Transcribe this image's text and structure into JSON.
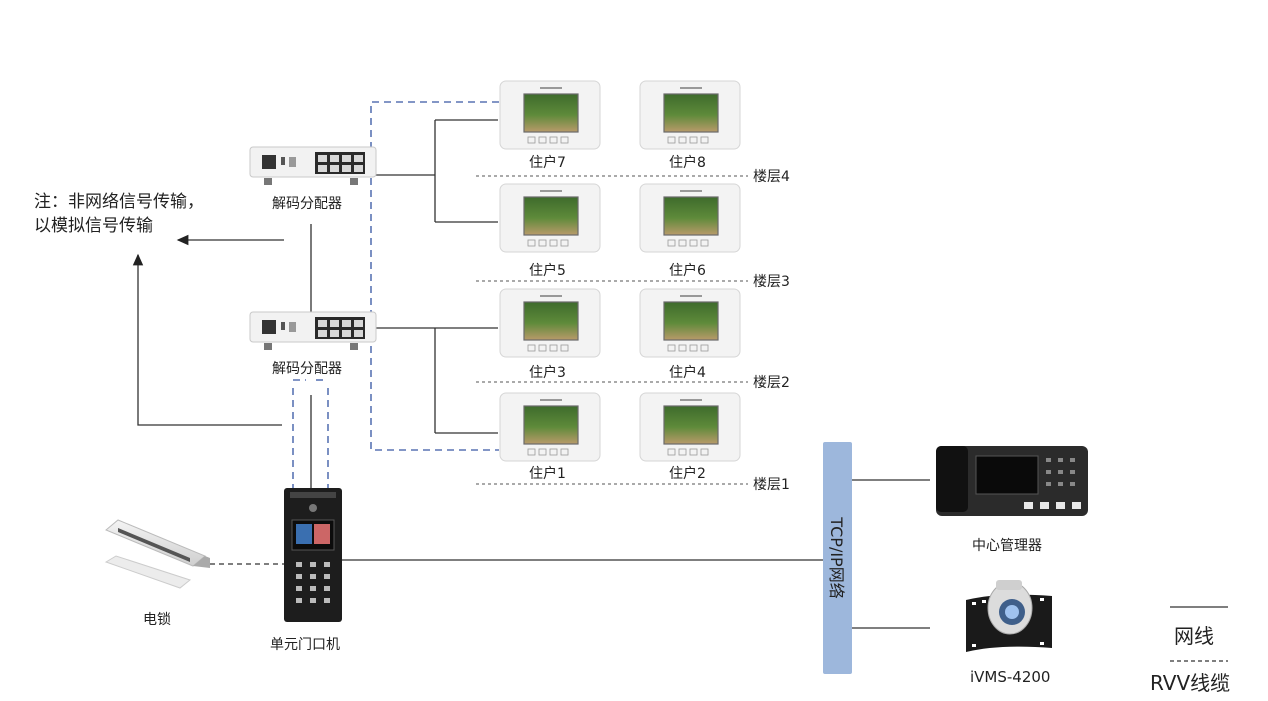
{
  "note": {
    "line1": "注：非网络信号传输，",
    "line2": "以模拟信号传输"
  },
  "distributors": [
    {
      "id": "top",
      "label": "解码分配器"
    },
    {
      "id": "bottom",
      "label": "解码分配器"
    }
  ],
  "monitors": [
    {
      "id": "r7",
      "label": "住户7"
    },
    {
      "id": "r8",
      "label": "住户8"
    },
    {
      "id": "r5",
      "label": "住户5"
    },
    {
      "id": "r6",
      "label": "住户6"
    },
    {
      "id": "r3",
      "label": "住户3"
    },
    {
      "id": "r4",
      "label": "住户4"
    },
    {
      "id": "r1",
      "label": "住户1"
    },
    {
      "id": "r2",
      "label": "住户2"
    }
  ],
  "floors": [
    "楼层4",
    "楼层3",
    "楼层2",
    "楼层1"
  ],
  "lock": {
    "label": "电锁"
  },
  "door_station": {
    "label": "单元门口机"
  },
  "network": {
    "label": "TCP/IP网络"
  },
  "center": {
    "label": "中心管理器"
  },
  "ivms": {
    "label": "iVMS-4200"
  },
  "legend": {
    "net": "网线",
    "rvv": "RVV线缆"
  },
  "colors": {
    "network_bar": "#9db7dc",
    "dashed_blue": "#5a74b4",
    "line": "#333333"
  }
}
